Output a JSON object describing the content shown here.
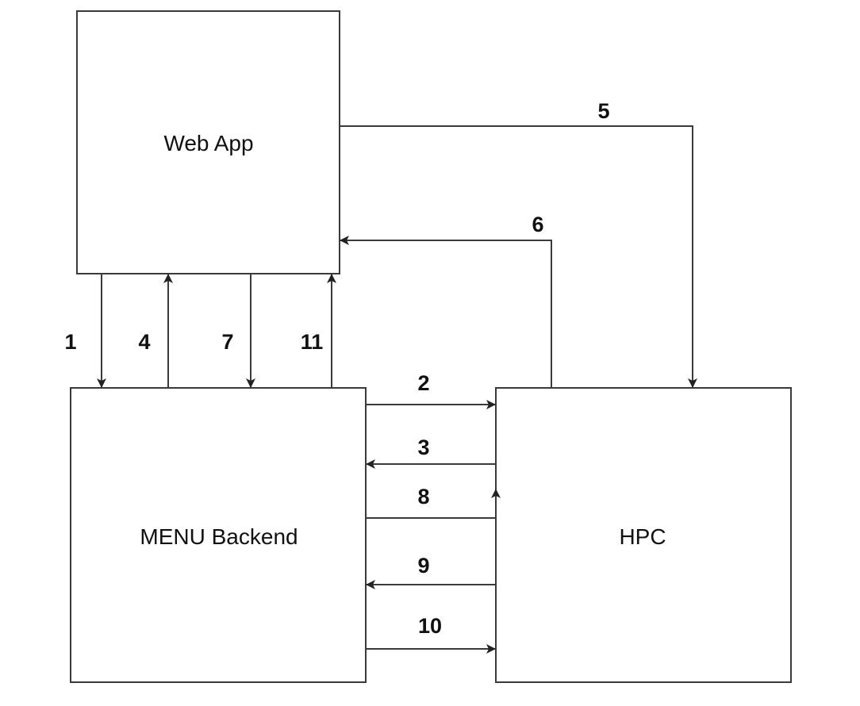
{
  "nodes": {
    "web_app": "Web App",
    "menu_backend": "MENU Backend",
    "hpc": "HPC"
  },
  "edges": {
    "e1": "1",
    "e2": "2",
    "e3": "3",
    "e4": "4",
    "e5": "5",
    "e6": "6",
    "e7": "7",
    "e8": "8",
    "e9": "9",
    "e10": "10",
    "e11": "11"
  },
  "colors": {
    "stroke": "#3a3a3a",
    "text": "#111111",
    "background": "#ffffff"
  }
}
